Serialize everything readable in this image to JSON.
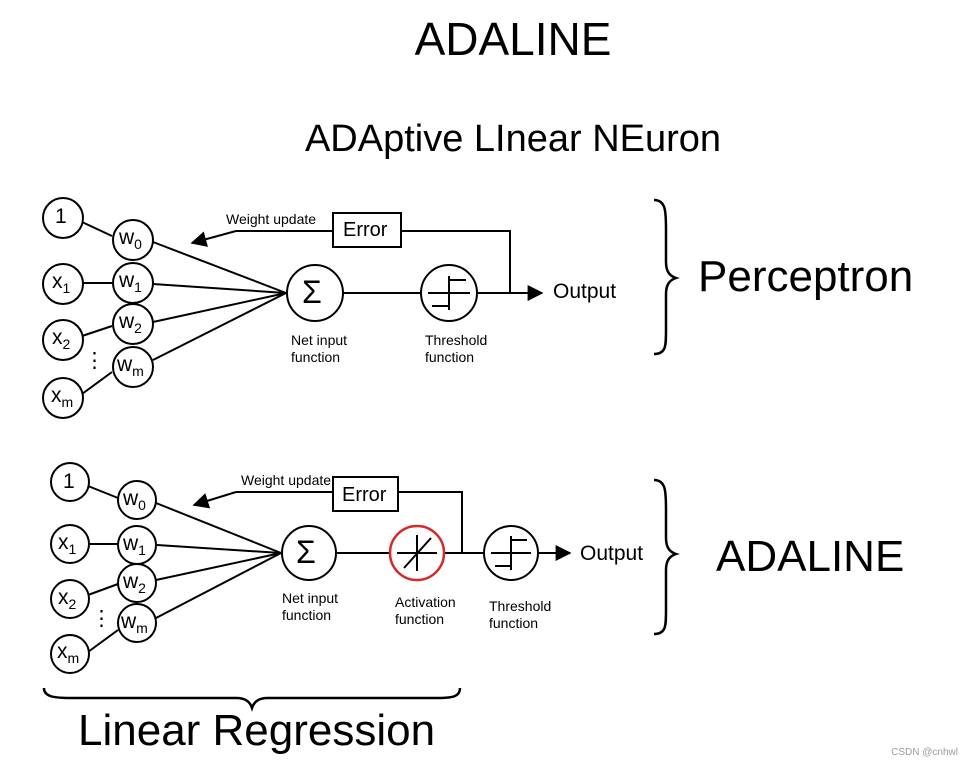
{
  "title": "ADALINE",
  "subtitle": "ADAptive LInear NEuron",
  "labels": {
    "perceptron": "Perceptron",
    "adaline": "ADALINE",
    "linear_regression": "Linear Regression"
  },
  "diagram_top": {
    "inputs": [
      {
        "main": "1",
        "sub": ""
      },
      {
        "main": "x",
        "sub": "1"
      },
      {
        "main": "x",
        "sub": "2"
      },
      {
        "main": "x",
        "sub": "m"
      }
    ],
    "weights": [
      {
        "main": "w",
        "sub": "0"
      },
      {
        "main": "w",
        "sub": "1"
      },
      {
        "main": "w",
        "sub": "2"
      },
      {
        "main": "w",
        "sub": "m"
      }
    ],
    "dots": "⋮",
    "sum_symbol": "Σ",
    "weight_update": "Weight update",
    "error": "Error",
    "output": "Output",
    "net_input_label": [
      "Net input",
      "function"
    ],
    "threshold_label": [
      "Threshold",
      "function"
    ]
  },
  "diagram_bottom": {
    "inputs": [
      {
        "main": "1",
        "sub": ""
      },
      {
        "main": "x",
        "sub": "1"
      },
      {
        "main": "x",
        "sub": "2"
      },
      {
        "main": "x",
        "sub": "m"
      }
    ],
    "weights": [
      {
        "main": "w",
        "sub": "0"
      },
      {
        "main": "w",
        "sub": "1"
      },
      {
        "main": "w",
        "sub": "2"
      },
      {
        "main": "w",
        "sub": "m"
      }
    ],
    "dots": "⋮",
    "sum_symbol": "Σ",
    "weight_update": "Weight update",
    "error": "Error",
    "output": "Output",
    "net_input_label": [
      "Net input",
      "function"
    ],
    "activation_label": [
      "Activation",
      "function"
    ],
    "threshold_label": [
      "Threshold",
      "function"
    ]
  },
  "watermark": "CSDN @cnhwl",
  "colors": {
    "line": "#000000",
    "activation_ring": "#d42a2a",
    "background": "#ffffff",
    "watermark": "#9a9a9a"
  }
}
